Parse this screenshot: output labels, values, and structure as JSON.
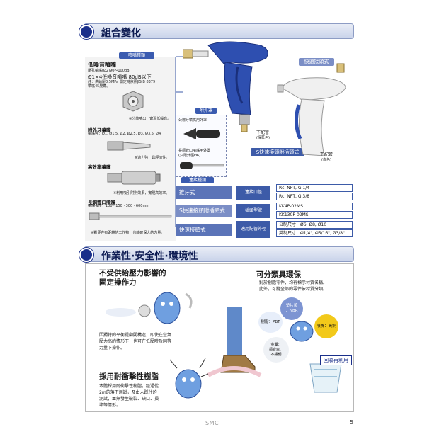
{
  "section1": {
    "title": "組合變化",
    "nozzle_types_label": "噴嘴種類",
    "low_noise": {
      "title": "低噪音噴嘴",
      "line1": "壓孔噴嘴(Ø2)90〜100dB",
      "line2": "Ø1×4低噪音噴嘴 80dB以下",
      "note1": "註：供給壓0.5MPa 測定時依照JIS B 8379",
      "note2": "噴嘴45度角。",
      "caption": "※分散噴出，實現低噪音。"
    },
    "outer_thread": {
      "title": "附外牙噴嘴",
      "sizes": "噴嘴徑：Ø1, Ø1.5, Ø2, Ø2.5, Ø3, Ø3.5, Ø4",
      "caption": "※適力強，具經濟性。"
    },
    "high_efficiency": {
      "title": "高效率噴嘴",
      "caption": "※利用吸引附則效果，實現高效率。"
    },
    "long_pipe": {
      "title": "長銅管口噴嘴",
      "lengths": "噴嘴長度：100 · 150 · 300 · 600mm",
      "caption": "※對便在有距離的工作物，也能確保大的力量。"
    },
    "cover": {
      "label": "附外罩",
      "item1": "公螺牙噴嘴用外罩",
      "item2": "長銅管口噴嘴用外罩",
      "item2_note": "(只限外徑Ø6)"
    },
    "lower_pipe_blue": "下配管",
    "lower_pipe_blue_color": "(深藍色)",
    "quick_fitting_label": "快速接頭式",
    "s_quick_label": "S快速接頭附插頭式",
    "lower_pipe_white": "下配管",
    "lower_pipe_white_color": "(白色)",
    "connection_label": "連接種類",
    "table": [
      {
        "type": "錐牙式",
        "middle": "連接口徑",
        "specs": [
          "Rc, NPT, G  1/4",
          "Rc, NPT, G  3/8"
        ]
      },
      {
        "type": "S快速接頭附插頭式",
        "middle": "插頭型號",
        "specs": [
          "KK4P-02MS",
          "KK130P-02MS"
        ]
      },
      {
        "type": "快速接頭式",
        "middle": "適用配管外徑",
        "specs": [
          "公制尺寸：Ø6, Ø8, Ø10",
          "英制尺寸：Ø1/4\", Ø5/16\", Ø3/8\""
        ]
      }
    ]
  },
  "section2": {
    "title": "作業性·安全性·環境性",
    "f1_head_line1": "不受供給壓力影響的",
    "f1_head_line2": "固定操作力",
    "f1_body": [
      "因獨特的平衡提動閥構造，即使在空氣",
      "壓力高的情形下，也可在低壓時及同等",
      "力量下操作。"
    ],
    "f2_head": "可分類具環保",
    "f2_body": [
      "對於樹脂零件，均有標示材質名稱。",
      "此外，可將全部的零件依材質分類。"
    ],
    "f3_head": "採用耐衝擊性樹脂",
    "f3_body": [
      "本體採用耐衝擊性樹脂，經過從",
      "2m的落下測試，及由人踩住的",
      "測試，並無發生破裂、缺口、損",
      "壞等情形。"
    ],
    "materials": {
      "seal": "墊片類\n：NBR",
      "resin": "樹脂：PBT",
      "brass": "噴嘴：黃銅",
      "metal": "金屬：\n鋁合金、\n不鏽鋼"
    },
    "recycle_label": "回收再利用"
  },
  "footer": {
    "logo": "SMC",
    "page": "5"
  },
  "colors": {
    "navy": "#1a2f8a",
    "blue": "#3d5ba8",
    "gun_blue": "#2e4fb0"
  }
}
